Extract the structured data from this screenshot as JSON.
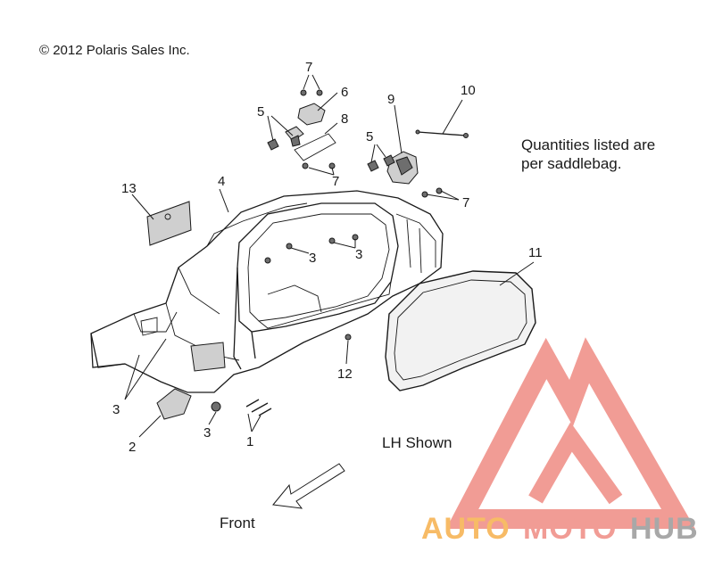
{
  "copyright": "© 2012 Polaris Sales Inc.",
  "note": {
    "line1": "Quantities listed are",
    "line2": "per saddlebag."
  },
  "lh_shown": "LH Shown",
  "front": "Front",
  "callouts": {
    "c1": "1",
    "c2": "2",
    "c3a": "3",
    "c3b": "3",
    "c3c": "3",
    "c3d": "3",
    "c4": "4",
    "c5a": "5",
    "c5b": "5",
    "c6": "6",
    "c7a": "7",
    "c7b": "7",
    "c7c": "7",
    "c8": "8",
    "c9": "9",
    "c10": "10",
    "c11": "11",
    "c12": "12",
    "c13": "13"
  },
  "watermark": {
    "part1": "AUTO",
    "part2": "MOTO",
    "part3": "HUB"
  },
  "colors": {
    "watermark_red": "#ef8b83",
    "watermark_orange": "#f6b04c",
    "watermark_gray": "#9a9a9a"
  }
}
